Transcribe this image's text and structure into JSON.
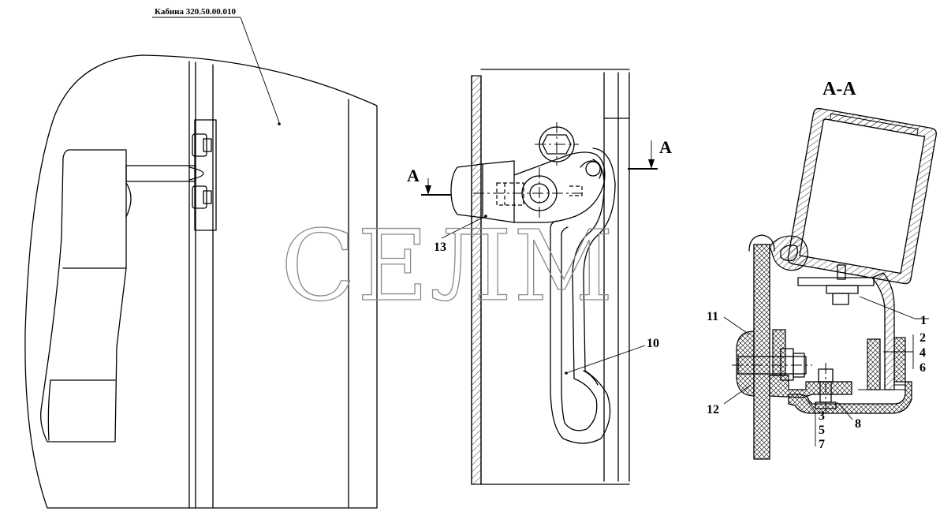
{
  "title_label": "Кабина 320.50.00.010",
  "section_view_title": "А-А",
  "section_marker": "А",
  "watermark": "СЕЛМ",
  "callouts": {
    "c1": "1",
    "c2": "2",
    "c3": "3",
    "c4": "4",
    "c5": "5",
    "c6": "6",
    "c7": "7",
    "c8": "8",
    "c10": "10",
    "c11": "11",
    "c12": "12",
    "c13": "13"
  }
}
